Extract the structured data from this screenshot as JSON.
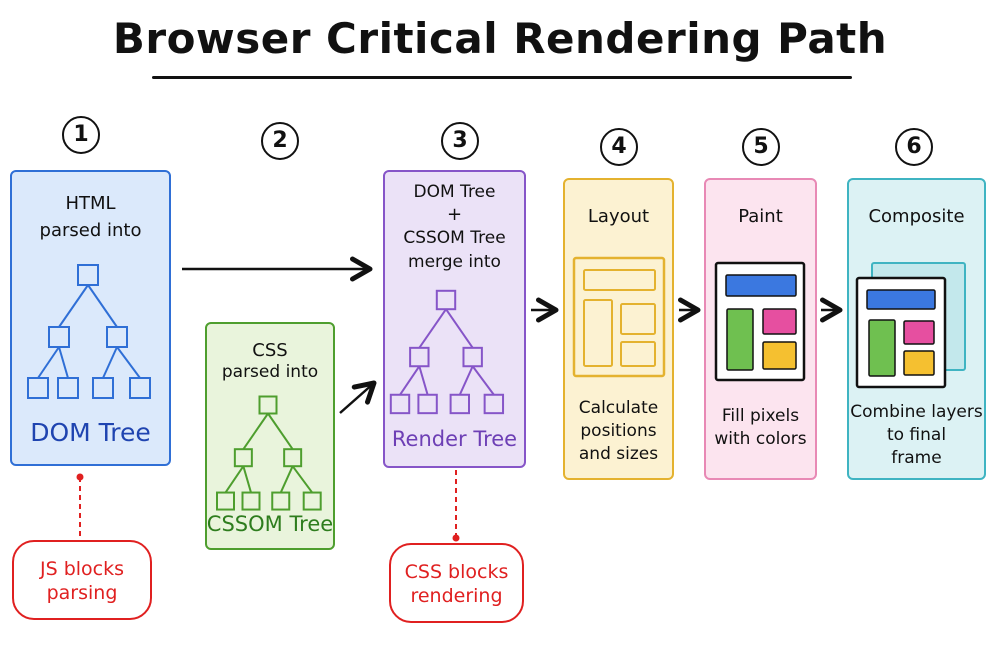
{
  "title": "Browser Critical Rendering Path",
  "steps": [
    {
      "num": "1",
      "lines": [
        "HTML",
        "parsed into"
      ],
      "result": "DOM Tree"
    },
    {
      "num": "2",
      "lines": [
        "CSS",
        "parsed into"
      ],
      "result": "CSSOM Tree"
    },
    {
      "num": "3",
      "lines": [
        "DOM Tree",
        "+",
        "CSSOM Tree",
        "merge into"
      ],
      "result": "Render Tree"
    },
    {
      "num": "4",
      "heading": "Layout",
      "desc": [
        "Calculate",
        "positions",
        "and sizes"
      ]
    },
    {
      "num": "5",
      "heading": "Paint",
      "desc": [
        "Fill pixels",
        "with colors"
      ]
    },
    {
      "num": "6",
      "heading": "Composite",
      "desc": [
        "Combine layers",
        "to final",
        "frame"
      ]
    }
  ],
  "callouts": [
    {
      "lines": [
        "JS blocks",
        "parsing"
      ]
    },
    {
      "lines": [
        "CSS blocks",
        "rendering"
      ]
    }
  ],
  "colors": {
    "dom_fill": "#dbe9fb",
    "dom_stroke": "#2f6fd6",
    "dom_text": "#1f44b0",
    "cssom_fill": "#e9f4dc",
    "cssom_stroke": "#4e9e2e",
    "cssom_text": "#2e7d1e",
    "render_fill": "#ebe2f7",
    "render_stroke": "#8655c8",
    "render_text": "#6d3fb5",
    "layout_fill": "#fcf2d2",
    "layout_stroke": "#e4b22f",
    "paint_fill": "#fce4ef",
    "paint_stroke": "#e889b5",
    "composite_fill": "#dcf2f4",
    "composite_stroke": "#3fb4c2",
    "block_red": "#e02020",
    "paint_blue": "#3b78e0",
    "paint_green": "#6fc050",
    "paint_pink": "#e64fa0",
    "paint_yellow": "#f5c030"
  }
}
